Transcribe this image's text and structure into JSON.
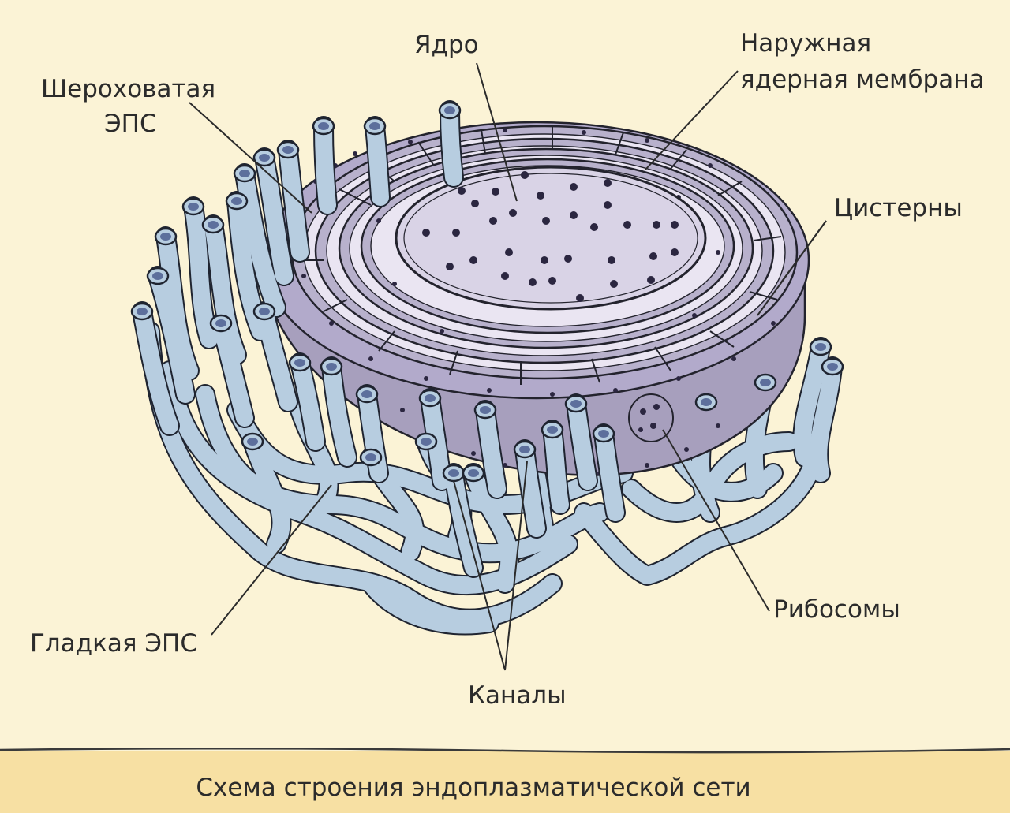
{
  "labels": {
    "nucleus": "Ядро",
    "outer_membrane_1": "Наружная",
    "outer_membrane_2": "ядерная мембрана",
    "rough_er_1": "Шероховатая",
    "rough_er_2": "ЭПС",
    "cisternae": "Цистерны",
    "smooth_er": "Гладкая ЭПС",
    "channels": "Каналы",
    "ribosomes": "Рибосомы"
  },
  "caption": "Схема строения эндоплазматической сети",
  "colors": {
    "background": "#fbf3d6",
    "caption_band": "#f7e0a3",
    "tubes": "#b7cde0",
    "cisterna": "#a79fbd",
    "nucleus": "#d9d3e6",
    "outline": "#23232d"
  }
}
